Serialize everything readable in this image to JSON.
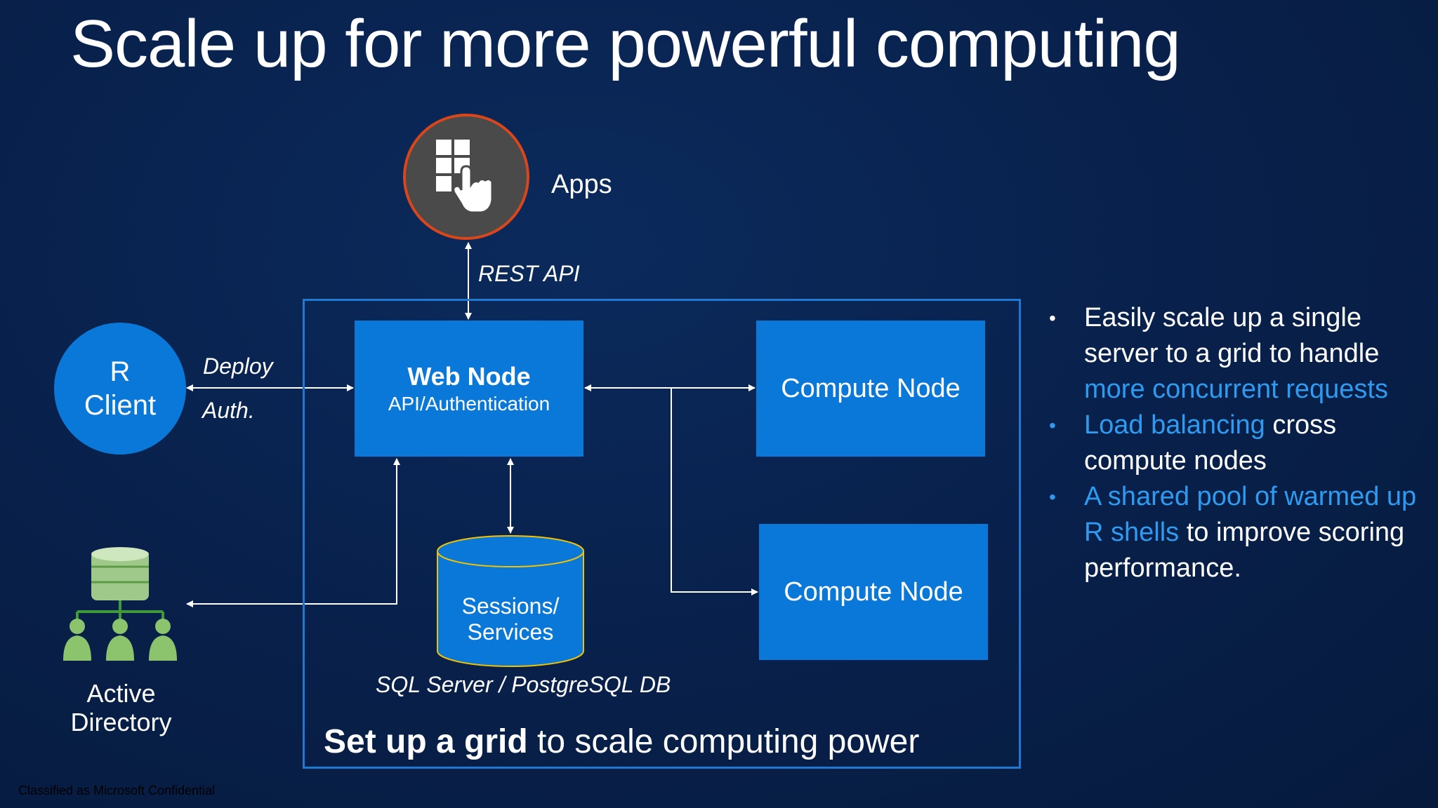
{
  "title": "Scale up for more powerful computing",
  "apps": {
    "label": "Apps",
    "icon": "touch-apps-icon"
  },
  "rest_api": "REST API",
  "r_client": {
    "line1": "R",
    "line2": "Client"
  },
  "connection_labels": {
    "deploy": "Deploy",
    "auth": "Auth."
  },
  "web_node": {
    "title": "Web Node",
    "subtitle": "API/Authentication"
  },
  "compute_nodes": [
    "Compute Node",
    "Compute Node"
  ],
  "database": {
    "line1": "Sessions/",
    "line2": "Services",
    "caption": "SQL Server / PostgreSQL DB"
  },
  "active_directory": {
    "line1": "Active",
    "line2": "Directory",
    "icon": "directory-users-icon"
  },
  "grid_caption": {
    "bold": "Set up a grid",
    "rest": " to scale computing power"
  },
  "bullets": [
    {
      "parts": [
        {
          "text": "Easily scale up a single server to a grid to handle ",
          "hl": false
        },
        {
          "text": "more concurrent requests",
          "hl": true
        }
      ]
    },
    {
      "parts": [
        {
          "text": "Load balancing",
          "hl": true
        },
        {
          "text": " cross compute nodes",
          "hl": false
        }
      ]
    },
    {
      "parts": [
        {
          "text": "A shared pool of warmed up R shells",
          "hl": true
        },
        {
          "text": " to improve scoring performance.",
          "hl": false
        }
      ]
    }
  ],
  "footer": "Classified as Microsoft Confidential",
  "colors": {
    "background": "#08204a",
    "node_blue": "#0a78d8",
    "highlight": "#2e9bf0",
    "apps_ring": "#d9461a"
  }
}
